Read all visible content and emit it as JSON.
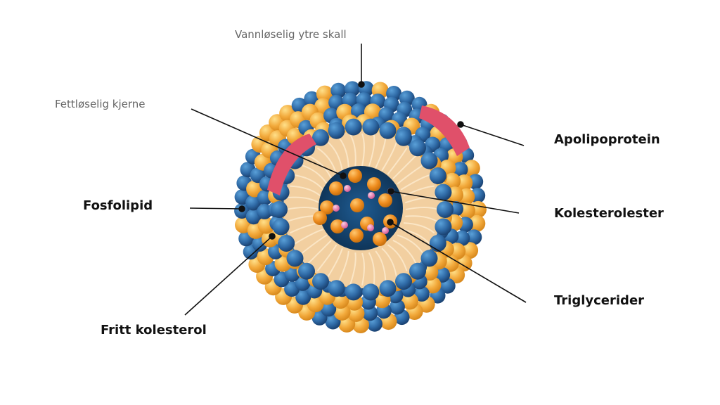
{
  "labels": {
    "outer_shell": "Vannløselig ytre skall",
    "core": "Fettløselig kjerne",
    "apolipoprotein": "Apolipoprotein",
    "phospholipid": "Fosfolipid",
    "cholesterol_ester": "Kolesterolester",
    "triglycerides": "Triglycerider",
    "free_cholesterol": "Fritt kolesterol"
  },
  "colors": {
    "phospholipid_blue": "#2f6aa6",
    "cholesterol_orange": "#f2a93b",
    "apolipoprotein_red": "#e0506a",
    "core_dark": "#123d66",
    "tail_beige": "#f2cfa0",
    "ester_pink": "#e97fb0"
  }
}
